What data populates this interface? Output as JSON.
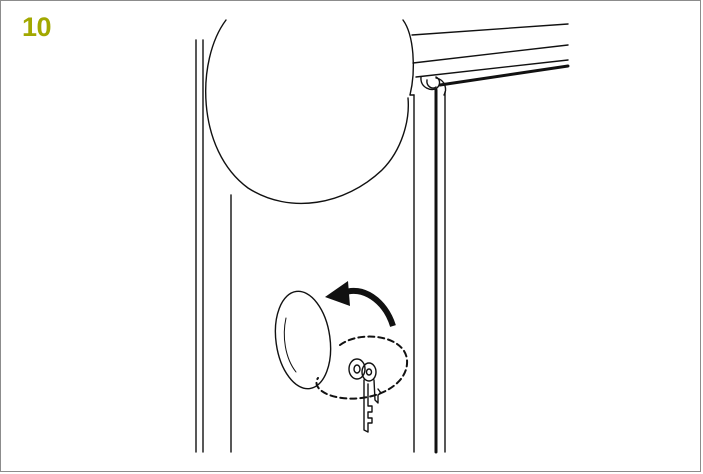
{
  "step": {
    "number": "10",
    "accent_color": "#a2a800"
  },
  "illustration": {
    "icons": [
      "barrier-column",
      "barrier-arm-housing",
      "lock-cover",
      "rotate-arrow-icon",
      "key-icon"
    ],
    "stroke_color": "#111111",
    "frame_color": "#8c8c8c"
  }
}
